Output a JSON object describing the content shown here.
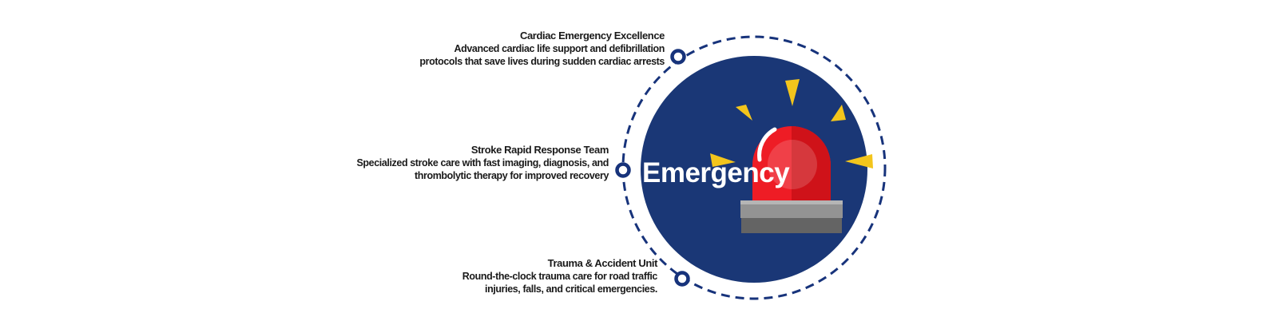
{
  "center": {
    "label": "Emergency",
    "icon": "emergency-siren-light-icon"
  },
  "callouts": [
    {
      "title": "Cardiac Emergency Excellence",
      "line1": "Advanced cardiac life support and defibrillation",
      "line2": "protocols that save lives during sudden cardiac arrests"
    },
    {
      "title": "Stroke Rapid Response Team",
      "line1": "Specialized stroke care with fast imaging, diagnosis, and",
      "line2": "thrombolytic therapy for improved recovery"
    },
    {
      "title": "Trauma & Accident Unit",
      "line1": "Round-the-clock trauma care for road traffic",
      "line2": "injuries, falls, and critical emergencies."
    }
  ],
  "colors": {
    "navy": "#1a3776",
    "dash-navy": "#17337b",
    "siren-red": "#ee1c25",
    "siren-red-dark": "#cf1219",
    "ray-yellow": "#f3c51c",
    "base-gray": "#939393",
    "base-gray-light": "#b5b5b5",
    "base-gray-dark": "#646464",
    "text-dark": "#1a1a1a",
    "center-text": "#ffffff"
  }
}
